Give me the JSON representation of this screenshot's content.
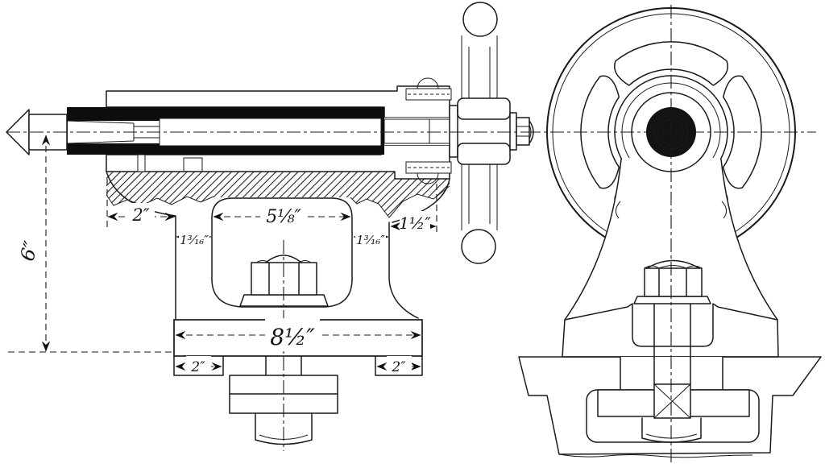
{
  "figure": {
    "type": "engineering-drawing",
    "subject": "Lathe tailstock: sectional side elevation with handwheel (left) and sectioned end elevation on lathe bed (right)",
    "paper_color": "#ffffff",
    "ink_color": "#1a1a1a"
  },
  "views": {
    "side": {
      "name": "sectional side elevation"
    },
    "end": {
      "name": "end elevation on bed"
    }
  },
  "dimensions": {
    "barrel_overhang_left": "2″",
    "screw_thread_length": "5⅛″",
    "web_thickness_left": "1³⁄₁₆″",
    "web_thickness_right": "1³⁄₁₆″",
    "body_overhang_right": "1½″",
    "center_height": "6″",
    "base_length": "8½″",
    "base_foot_left": "2″",
    "base_foot_right": "2″"
  }
}
